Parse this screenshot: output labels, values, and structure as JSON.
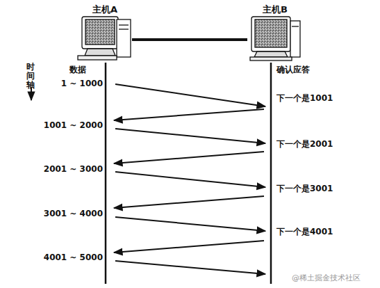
{
  "diagram": {
    "nodes": [
      {
        "text": [
          "主机A"
        ]
      },
      {
        "text": [
          "主机B"
        ]
      }
    ],
    "edges": [
      {
        "from": 0,
        "to": 1,
        "arrow": "none"
      }
    ],
    "labels": [
      "时间轴",
      "数据",
      "确认应答",
      "1 ~ 1000",
      "下一个是1001",
      "1001 ~ 2000",
      "下一个是2001",
      "2001 ~ 3000",
      "下一个是3001",
      "3001 ~ 4000",
      "下一个是4001",
      "4001 ~ 5000",
      "@稀土掘金技术社区"
    ]
  }
}
